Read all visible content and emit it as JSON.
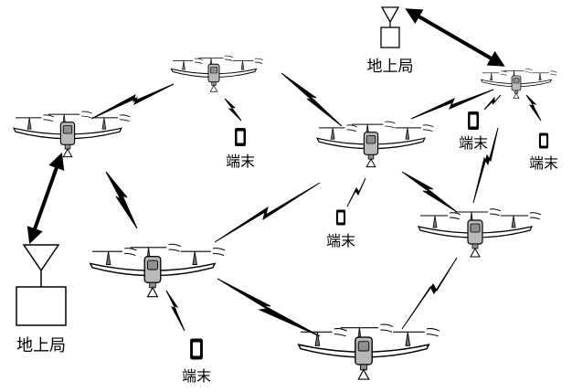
{
  "labels": {
    "ground_station": "地上局",
    "terminal": "端末"
  },
  "colors": {
    "stroke": "#000000",
    "body_fill": "#b9b9b9",
    "body_inner": "#8f8f8f",
    "terminal_fill": "#000000",
    "terminal_screen": "#ffffff",
    "background": "#ffffff"
  },
  "nodes": {
    "ground_stations": 2,
    "drones": 7,
    "terminals": 5
  }
}
